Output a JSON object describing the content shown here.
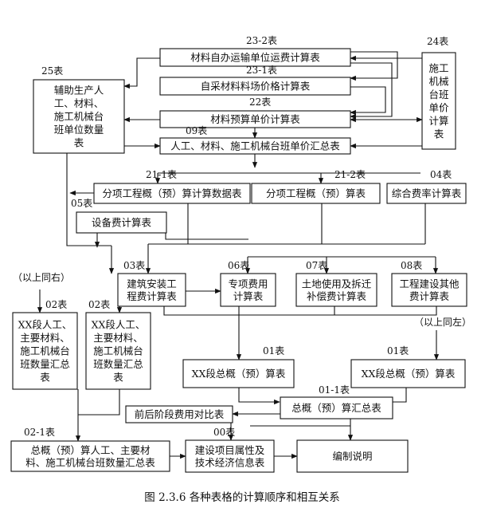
{
  "caption": "图 2.3.6 各种表格的计算顺序和相互关系",
  "boxes": {
    "t23_2": {
      "tag": "23-2表",
      "lines": [
        "材料自办运输单位运费计算表"
      ]
    },
    "t23_1": {
      "tag": "23-1表",
      "lines": [
        "自采材料料场价格计算表"
      ]
    },
    "t22": {
      "tag": "22表",
      "lines": [
        "材料预算单价计算表"
      ]
    },
    "t09": {
      "tag": "09表",
      "lines": [
        "人工、材料、施工机械台班单价汇总表"
      ]
    },
    "t24": {
      "tag": "24表",
      "lines": [
        "施工",
        "机械",
        "台班",
        "单价",
        "计算",
        "表"
      ]
    },
    "t25": {
      "tag": "25表",
      "lines": [
        "辅助生产人",
        "工、材料、",
        "施工机械台",
        "班单位数量",
        "表"
      ]
    },
    "t21_1": {
      "tag": "21-1表",
      "lines": [
        "分项工程概（预）算计算数据表"
      ]
    },
    "t21_2": {
      "tag": "21-2表",
      "lines": [
        "分项工程概（预）算表"
      ]
    },
    "t04": {
      "tag": "04表",
      "lines": [
        "综合费率计算表"
      ]
    },
    "t05": {
      "tag": "05表",
      "lines": [
        "设备费计算表"
      ]
    },
    "t03": {
      "tag": "03表",
      "lines": [
        "建筑安装工",
        "程费计算表"
      ]
    },
    "t06": {
      "tag": "06表",
      "lines": [
        "专项费用",
        "计算表"
      ]
    },
    "t07": {
      "tag": "07表",
      "lines": [
        "土地使用及拆迁",
        "补偿费计算表"
      ]
    },
    "t08": {
      "tag": "08表",
      "lines": [
        "工程建设其他",
        "费计算表"
      ]
    },
    "t02a": {
      "tag": "02表",
      "lines": [
        "XX段人工、",
        "主要材料、",
        "施工机械台",
        "班数量汇总",
        "表"
      ]
    },
    "t02b": {
      "tag": "02表",
      "lines": [
        "XX段人工、",
        "主要材料、",
        "施工机械台",
        "班数量汇总",
        "表"
      ]
    },
    "t01a": {
      "tag": "01表",
      "lines": [
        "XX段总概（预）算表"
      ]
    },
    "t01b": {
      "tag": "01表",
      "lines": [
        "XX段总概（预）算表"
      ]
    },
    "t01_1": {
      "tag": "01-1表",
      "lines": [
        "总概（预）算汇总表"
      ]
    },
    "tcmp": {
      "tag": "",
      "lines": [
        "前后阶段费用对比表"
      ]
    },
    "t02_1": {
      "tag": "02-1表",
      "lines": [
        "总概（预）算人工、主要材",
        "料、施工机械台班数量汇总表"
      ]
    },
    "t00": {
      "tag": "00表",
      "lines": [
        "建设项目属性及",
        "技术经济信息表"
      ]
    },
    "tdesc": {
      "tag": "",
      "lines": [
        "编制说明"
      ]
    }
  },
  "notes": {
    "same_right": "（以上同右）",
    "same_left": "（以上同左）"
  }
}
